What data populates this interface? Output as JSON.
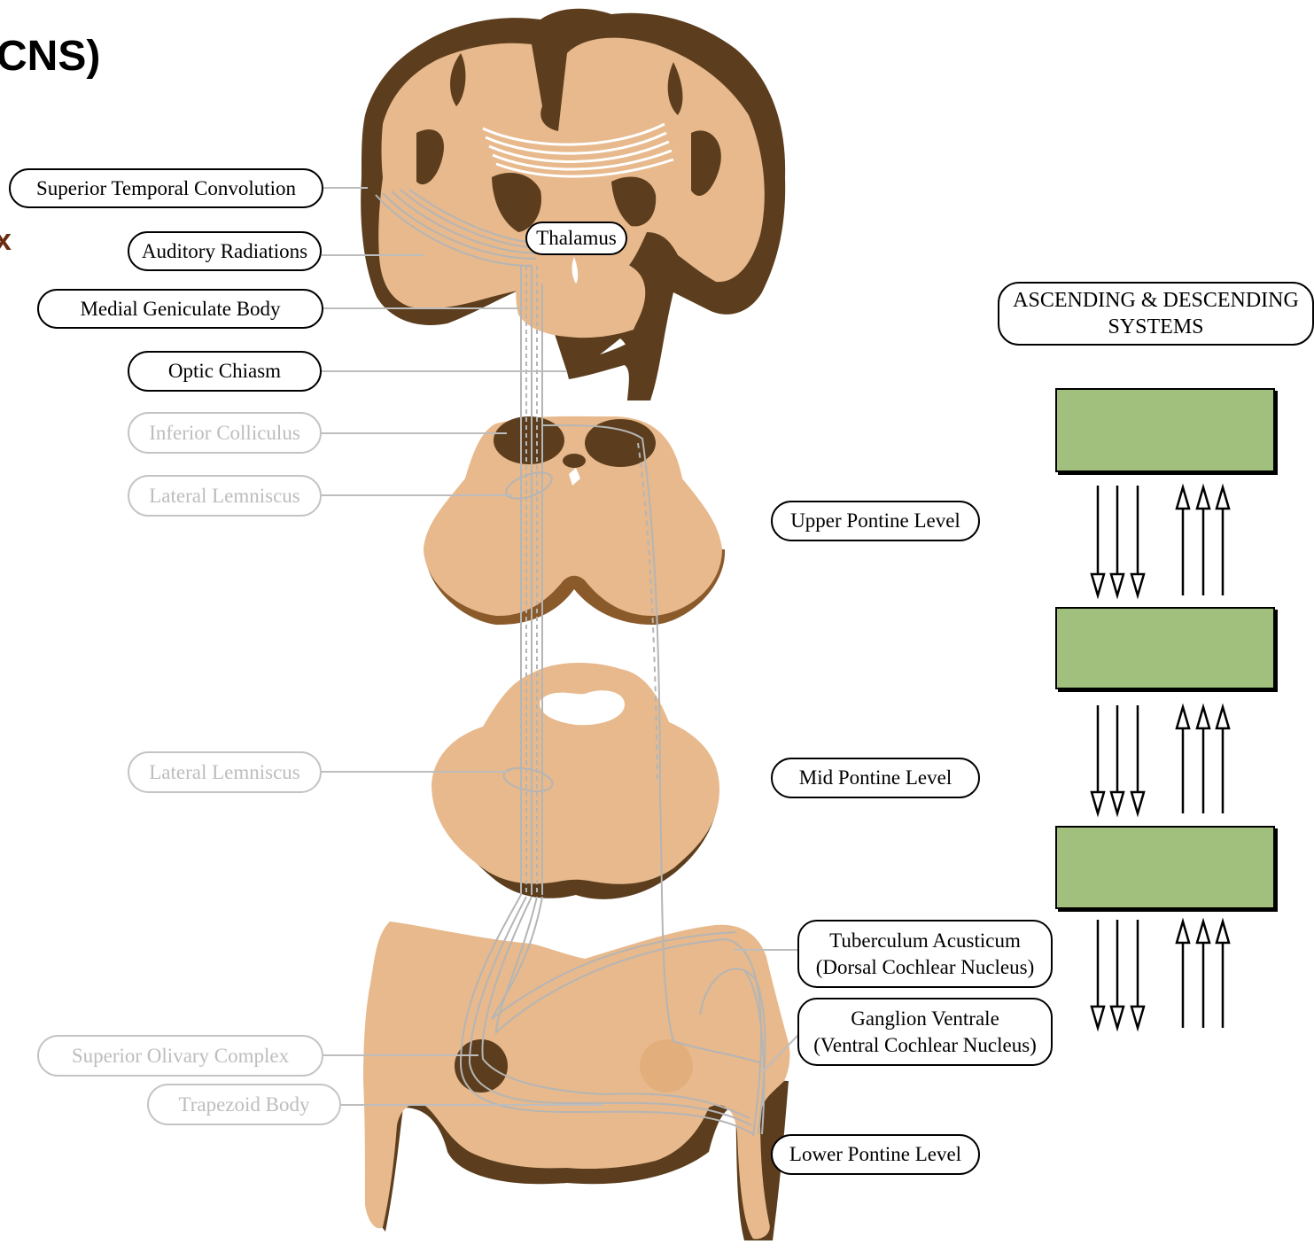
{
  "title_fragment": "CNS)",
  "title_glyph": "x",
  "labels": {
    "superior_temporal_convolution": "Superior Temporal Convolution",
    "auditory_radiations": "Auditory Radiations",
    "thalamus": "Thalamus",
    "medial_geniculate_body": "Medial Geniculate Body",
    "optic_chiasm": "Optic Chiasm",
    "inferior_colliculus": "Inferior Colliculus",
    "lateral_lemniscus_upper": "Lateral Lemniscus",
    "lateral_lemniscus_lower": "Lateral Lemniscus",
    "superior_olivary_complex": "Superior Olivary Complex",
    "trapezoid_body": "Trapezoid Body",
    "upper_pontine_level": "Upper Pontine Level",
    "mid_pontine_level": "Mid Pontine Level",
    "lower_pontine_level": "Lower Pontine Level",
    "tuberculum_acusticum": "Tuberculum Acusticum\n(Dorsal Cochlear Nucleus)",
    "ganglion_ventrale": "Ganglion Ventrale\n(Ventral Cochlear Nucleus)",
    "ascending_descending": "ASCENDING & DESCENDING\nSYSTEMS"
  },
  "colors": {
    "tissue": "#e7b98c",
    "dark_tissue": "#5c3e1e",
    "pathway": "#b5b5b5",
    "system_box": "#a2c07d",
    "title_glyph": "#6b2c10",
    "faded_label": "#bdbdbd"
  }
}
